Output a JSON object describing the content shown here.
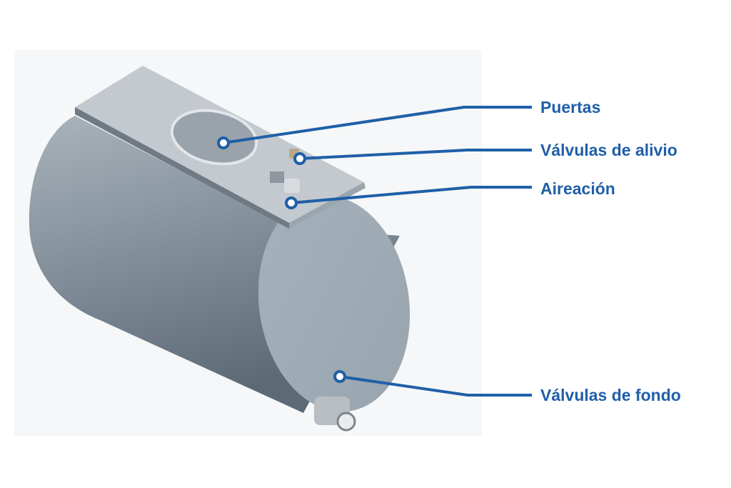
{
  "accent_color": "#1f5fa8",
  "labels": {
    "puertas": "Puertas",
    "valvulas_alivio": "Válvulas de alivio",
    "aireacion": "Aireación",
    "valvulas_fondo": "Válvulas de fondo"
  }
}
